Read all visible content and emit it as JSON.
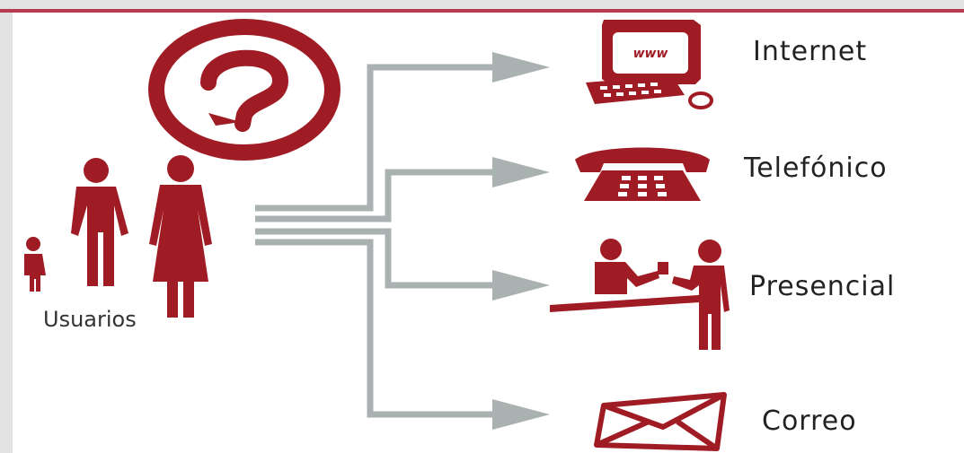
{
  "diagram": {
    "source_label": "Usuarios",
    "channels": [
      {
        "label": "Internet",
        "icon": "computer-icon"
      },
      {
        "label": "Telefónico",
        "icon": "telephone-icon"
      },
      {
        "label": "Presencial",
        "icon": "in-person-counter-icon"
      },
      {
        "label": "Correo",
        "icon": "envelope-icon"
      }
    ]
  },
  "icons": {
    "question": "question-mark-icon",
    "users": "users-family-icon",
    "screen_text": "www"
  },
  "colors": {
    "accent": "#a01c24",
    "arrow": "#a9b1b1",
    "top_line": "#b83a4d"
  }
}
